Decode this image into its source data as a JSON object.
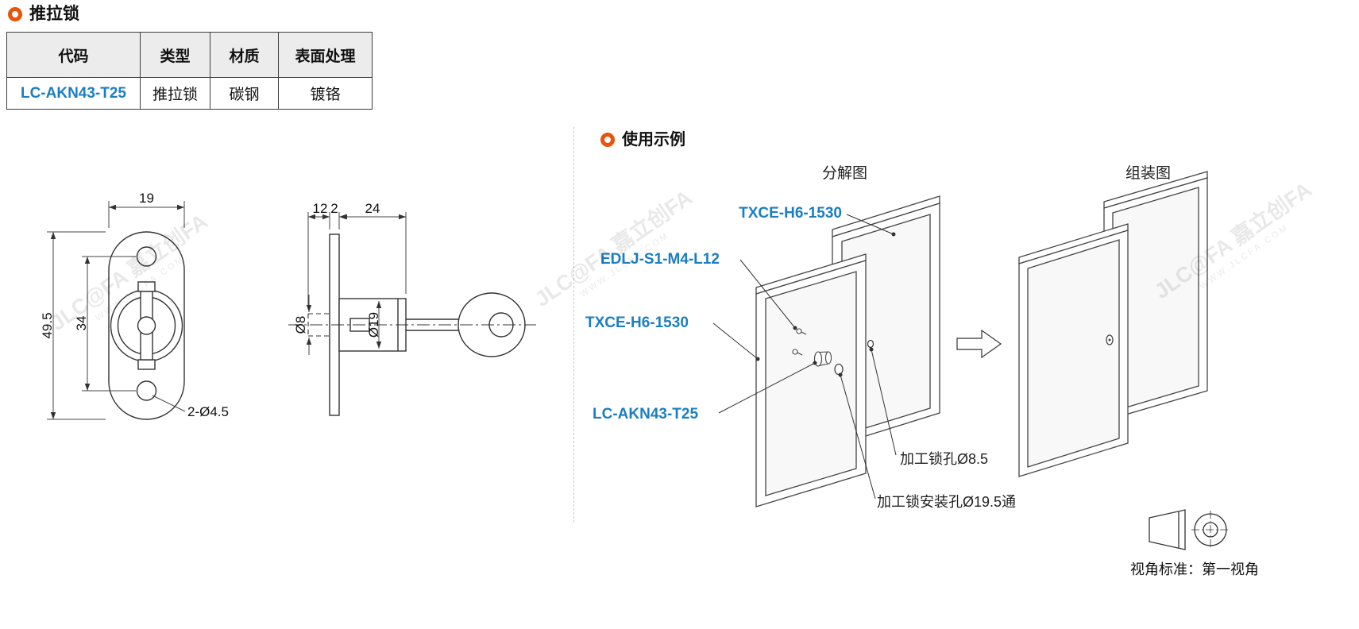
{
  "header": {
    "title": "推拉锁"
  },
  "spec_table": {
    "headers": [
      "代码",
      "类型",
      "材质",
      "表面处理"
    ],
    "rows": [
      {
        "code": "LC-AKN43-T25",
        "type": "推拉锁",
        "material": "碳钢",
        "finish": "镀铬"
      }
    ]
  },
  "front_view": {
    "dim_width": "19",
    "dim_overall_height": "49.5",
    "dim_hole_spacing": "34",
    "dim_holes": "2-Ø4.5"
  },
  "side_view": {
    "dim_latch": "12",
    "dim_flange": "2",
    "dim_body": "24",
    "dim_shaft": "Ø8",
    "dim_body_dia": "Ø19"
  },
  "usage": {
    "title": "使用示例",
    "exploded_label": "分解图",
    "assembled_label": "组装图",
    "callout_track_top": "TXCE-H6-1530",
    "callout_screw": "EDLJ-S1-M4-L12",
    "callout_track_left": "TXCE-H6-1530",
    "callout_lock": "LC-AKN43-T25",
    "note_hole": "加工锁孔Ø8.5",
    "note_mount_hole": "加工锁安装孔Ø19.5通"
  },
  "footer": {
    "view_standard": "视角标准：第一视角"
  },
  "watermark": {
    "brand": "JLC@FA 嘉立创FA",
    "url": "WWW.JLCFA.COM"
  },
  "colors": {
    "accent_orange": "#e8540c",
    "link_blue": "#1b7ec2",
    "table_header_bg": "#ececec"
  }
}
